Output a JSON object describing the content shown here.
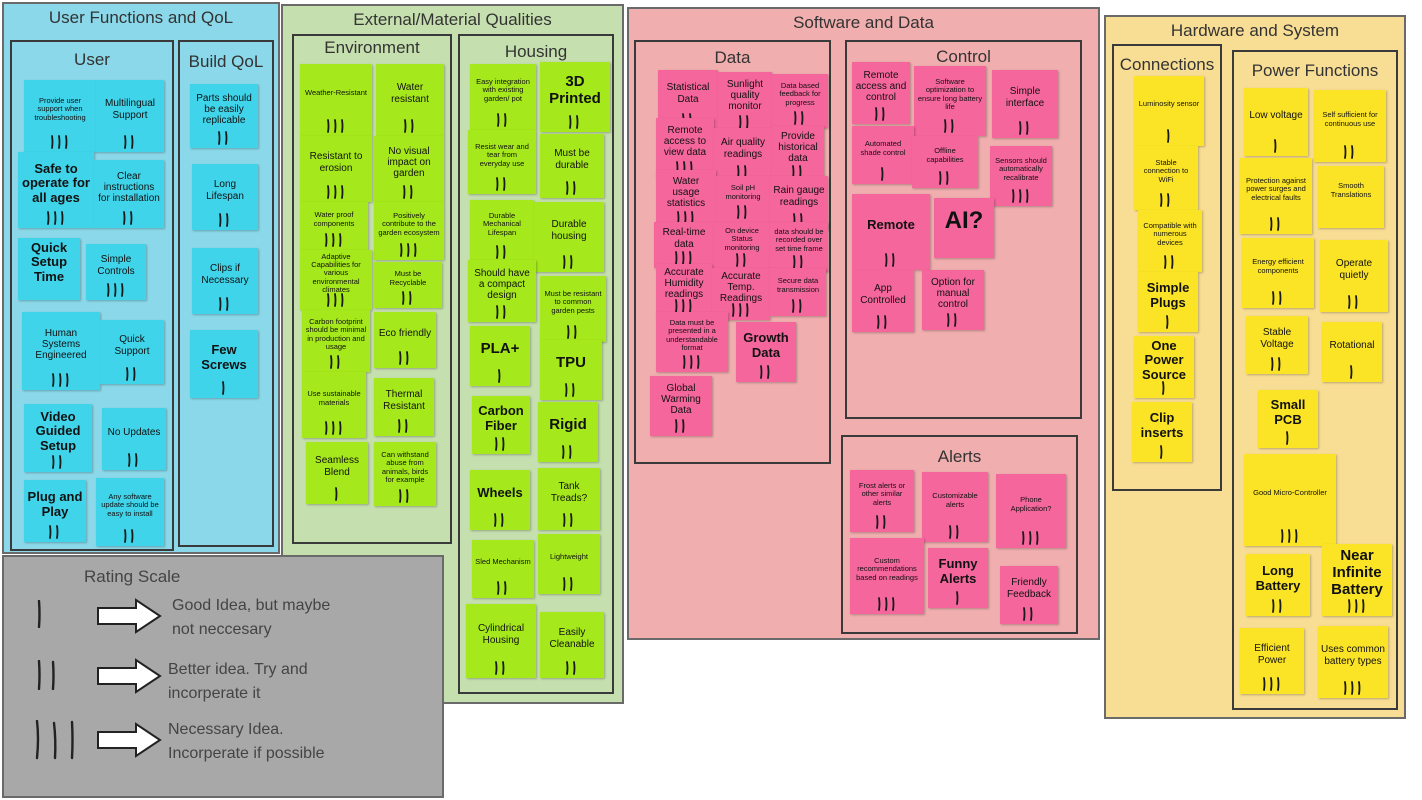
{
  "colors": {
    "user": "#8ad8e9",
    "material": "#c5dfae",
    "software": "#f0aeae",
    "hardware": "#f8dd94",
    "rating": "#a8a8a8",
    "note_blue": "#3fd4ea",
    "note_lime": "#a5e81b",
    "note_pink": "#f5669c",
    "note_yellow": "#fbe426"
  },
  "sections": {
    "user_functions": {
      "title": "User Functions and QoL"
    },
    "external_material": {
      "title": "External/Material Qualities"
    },
    "software_data": {
      "title": "Software and Data"
    },
    "hardware_system": {
      "title": "Hardware and System"
    },
    "rating_scale": {
      "title": "Rating Scale"
    }
  },
  "subsections": {
    "user": {
      "title": "User"
    },
    "build_qol": {
      "title": "Build QoL"
    },
    "environment": {
      "title": "Environment"
    },
    "housing": {
      "title": "Housing"
    },
    "data": {
      "title": "Data"
    },
    "control": {
      "title": "Control"
    },
    "alerts": {
      "title": "Alerts"
    },
    "connections": {
      "title": "Connections"
    },
    "power_functions": {
      "title": "Power Functions"
    }
  },
  "rating_scale": {
    "items": [
      {
        "marks": 1,
        "text_line1": "Good Idea, but maybe",
        "text_line2": "not neccesary"
      },
      {
        "marks": 2,
        "text_line1": "Better idea. Try and",
        "text_line2": "incorperate it"
      },
      {
        "marks": 3,
        "text_line1": "Necessary Idea.",
        "text_line2": "Incorperate if possible"
      }
    ]
  },
  "notes": [
    {
      "id": "u1",
      "text": "Provide user support when troubleshooting",
      "marks": 3
    },
    {
      "id": "u2",
      "text": "Multilingual Support",
      "marks": 2
    },
    {
      "id": "u3",
      "text": "Safe to operate for all ages",
      "marks": 3
    },
    {
      "id": "u4",
      "text": "Clear instructions for installation",
      "marks": 2
    },
    {
      "id": "u5",
      "text": "Quick Setup Time",
      "marks": 0
    },
    {
      "id": "u6",
      "text": "Simple Controls",
      "marks": 3
    },
    {
      "id": "u7",
      "text": "Human Systems Engineered",
      "marks": 3
    },
    {
      "id": "u8",
      "text": "Quick Support",
      "marks": 2
    },
    {
      "id": "u9",
      "text": "Video Guided Setup",
      "marks": 2
    },
    {
      "id": "u10",
      "text": "No Updates",
      "marks": 2
    },
    {
      "id": "u11",
      "text": "Plug and Play",
      "marks": 2
    },
    {
      "id": "u12",
      "text": "Any software update should be easy to install",
      "marks": 2
    },
    {
      "id": "b1",
      "text": "Parts should be easily replicable",
      "marks": 2
    },
    {
      "id": "b2",
      "text": "Long Lifespan",
      "marks": 2
    },
    {
      "id": "b3",
      "text": "Clips if Necessary",
      "marks": 2
    },
    {
      "id": "b4",
      "text": "Few Screws",
      "marks": 1
    },
    {
      "id": "e1",
      "text": "Weather-Resistant",
      "marks": 3
    },
    {
      "id": "e2",
      "text": "Water resistant",
      "marks": 2
    },
    {
      "id": "e3",
      "text": "Resistant to erosion",
      "marks": 3
    },
    {
      "id": "e4",
      "text": "No visual impact on garden",
      "marks": 2
    },
    {
      "id": "e5",
      "text": "Water proof components",
      "marks": 3
    },
    {
      "id": "e6",
      "text": "Positively contribute to the garden ecosystem",
      "marks": 3
    },
    {
      "id": "e7",
      "text": "Adaptive Capabilities for various environmental climates",
      "marks": 3
    },
    {
      "id": "e8",
      "text": "Must be Recyclable",
      "marks": 2
    },
    {
      "id": "e9",
      "text": "Carbon footprint should be minimal in production and usage",
      "marks": 2
    },
    {
      "id": "e10",
      "text": "Eco friendly",
      "marks": 2
    },
    {
      "id": "e11",
      "text": "Use sustainable materials",
      "marks": 3
    },
    {
      "id": "e12",
      "text": "Thermal Resistant",
      "marks": 2
    },
    {
      "id": "e13",
      "text": "Seamless Blend",
      "marks": 1
    },
    {
      "id": "e14",
      "text": "Can withstand abuse from animals, birds for example",
      "marks": 2
    },
    {
      "id": "h1",
      "text": "Easy integration with existing garden/ pot",
      "marks": 2
    },
    {
      "id": "h2",
      "text": "3D Printed",
      "marks": 2
    },
    {
      "id": "h3",
      "text": "Resist wear and tear from everyday use",
      "marks": 2
    },
    {
      "id": "h4",
      "text": "Must be durable",
      "marks": 2
    },
    {
      "id": "h5",
      "text": "Durable Mechanical Lifespan",
      "marks": 2
    },
    {
      "id": "h6",
      "text": "Durable housing",
      "marks": 2
    },
    {
      "id": "h7",
      "text": "Should have a compact design",
      "marks": 2
    },
    {
      "id": "h8",
      "text": "Must be resistant to common garden pests",
      "marks": 2
    },
    {
      "id": "h9",
      "text": "PLA+",
      "marks": 1
    },
    {
      "id": "h10",
      "text": "TPU",
      "marks": 2
    },
    {
      "id": "h11",
      "text": "Carbon Fiber",
      "marks": 2
    },
    {
      "id": "h12",
      "text": "Rigid",
      "marks": 2
    },
    {
      "id": "h13",
      "text": "Wheels",
      "marks": 2
    },
    {
      "id": "h14",
      "text": "Tank Treads?",
      "marks": 2
    },
    {
      "id": "h15",
      "text": "Sled Mechanism",
      "marks": 2
    },
    {
      "id": "h16",
      "text": "Lightweight",
      "marks": 2
    },
    {
      "id": "h17",
      "text": "Cylindrical Housing",
      "marks": 2
    },
    {
      "id": "h18",
      "text": "Easily Cleanable",
      "marks": 2
    },
    {
      "id": "d1",
      "text": "Statistical Data",
      "marks": 2
    },
    {
      "id": "d2",
      "text": "Sunlight quality monitor",
      "marks": 2
    },
    {
      "id": "d3",
      "text": "Data based feedback for progress",
      "marks": 2
    },
    {
      "id": "d4",
      "text": "Remote access to view data",
      "marks": 3
    },
    {
      "id": "d5",
      "text": "Air quality readings",
      "marks": 2
    },
    {
      "id": "d6",
      "text": "Provide historical data",
      "marks": 2
    },
    {
      "id": "d7",
      "text": "Water usage statistics",
      "marks": 3
    },
    {
      "id": "d8",
      "text": "Soil pH monitoring",
      "marks": 2
    },
    {
      "id": "d9",
      "text": "Rain gauge readings",
      "marks": 2
    },
    {
      "id": "d10",
      "text": "Real-time data",
      "marks": 3
    },
    {
      "id": "d11",
      "text": "On device Status monitoring",
      "marks": 2
    },
    {
      "id": "d12",
      "text": "data should be recorded over set time frame",
      "marks": 2
    },
    {
      "id": "d13",
      "text": "Accurate Humidity readings",
      "marks": 3
    },
    {
      "id": "d14",
      "text": "Accurate Temp. Readings",
      "marks": 3
    },
    {
      "id": "d15",
      "text": "Secure data transmission",
      "marks": 2
    },
    {
      "id": "d16",
      "text": "Data must be presented in a understandable format",
      "marks": 3
    },
    {
      "id": "d17",
      "text": "Growth Data",
      "marks": 2
    },
    {
      "id": "d18",
      "text": "Global Warming Data",
      "marks": 2
    },
    {
      "id": "c1",
      "text": "Remote access and control",
      "marks": 2
    },
    {
      "id": "c2",
      "text": "Software optimization to ensure long battery life",
      "marks": 2
    },
    {
      "id": "c3",
      "text": "Simple interface",
      "marks": 2
    },
    {
      "id": "c4",
      "text": "Automated shade control",
      "marks": 1
    },
    {
      "id": "c5",
      "text": "Offline capabilities",
      "marks": 2
    },
    {
      "id": "c6",
      "text": "Sensors should automatically recalibrate",
      "marks": 3
    },
    {
      "id": "c7",
      "text": "Remote",
      "marks": 2
    },
    {
      "id": "c8",
      "text": "AI?",
      "marks": 0
    },
    {
      "id": "c9",
      "text": "App Controlled",
      "marks": 2
    },
    {
      "id": "c10",
      "text": "Option for manual control",
      "marks": 2
    },
    {
      "id": "a1",
      "text": "Frost alerts or other similar alerts",
      "marks": 2
    },
    {
      "id": "a2",
      "text": "Customizable alerts",
      "marks": 2
    },
    {
      "id": "a3",
      "text": "Phone Application?",
      "marks": 3
    },
    {
      "id": "a4",
      "text": "Custom recommendations based on readings",
      "marks": 3
    },
    {
      "id": "a5",
      "text": "Funny Alerts",
      "marks": 1
    },
    {
      "id": "a6",
      "text": "Friendly Feedback",
      "marks": 2
    },
    {
      "id": "cn1",
      "text": "Luminosity sensor",
      "marks": 1
    },
    {
      "id": "cn2",
      "text": "Stable connection to WiFi",
      "marks": 2
    },
    {
      "id": "cn3",
      "text": "Compatible with numerous devices",
      "marks": 2
    },
    {
      "id": "cn4",
      "text": "Simple Plugs",
      "marks": 1
    },
    {
      "id": "cn5",
      "text": "One Power Source",
      "marks": 1
    },
    {
      "id": "cn6",
      "text": "Clip inserts",
      "marks": 1
    },
    {
      "id": "p1",
      "text": "Low voltage",
      "marks": 1
    },
    {
      "id": "p2",
      "text": "Self sufficient for continuous use",
      "marks": 2
    },
    {
      "id": "p3",
      "text": "Protection against power surges and electrical faults",
      "marks": 2
    },
    {
      "id": "p4",
      "text": "Smooth Translations",
      "marks": 0
    },
    {
      "id": "p5",
      "text": "Energy efficient components",
      "marks": 2
    },
    {
      "id": "p6",
      "text": "Operate quietly",
      "marks": 2
    },
    {
      "id": "p7",
      "text": "Stable Voltage",
      "marks": 2
    },
    {
      "id": "p8",
      "text": "Rotational",
      "marks": 1
    },
    {
      "id": "p9",
      "text": "Small PCB",
      "marks": 1
    },
    {
      "id": "p10",
      "text": "Good Micro-Controller",
      "marks": 3
    },
    {
      "id": "p11",
      "text": "Long Battery",
      "marks": 2
    },
    {
      "id": "p12",
      "text": "Near Infinite Battery",
      "marks": 3
    },
    {
      "id": "p13",
      "text": "Efficient Power",
      "marks": 3
    },
    {
      "id": "p14",
      "text": "Uses common battery types",
      "marks": 3
    }
  ]
}
